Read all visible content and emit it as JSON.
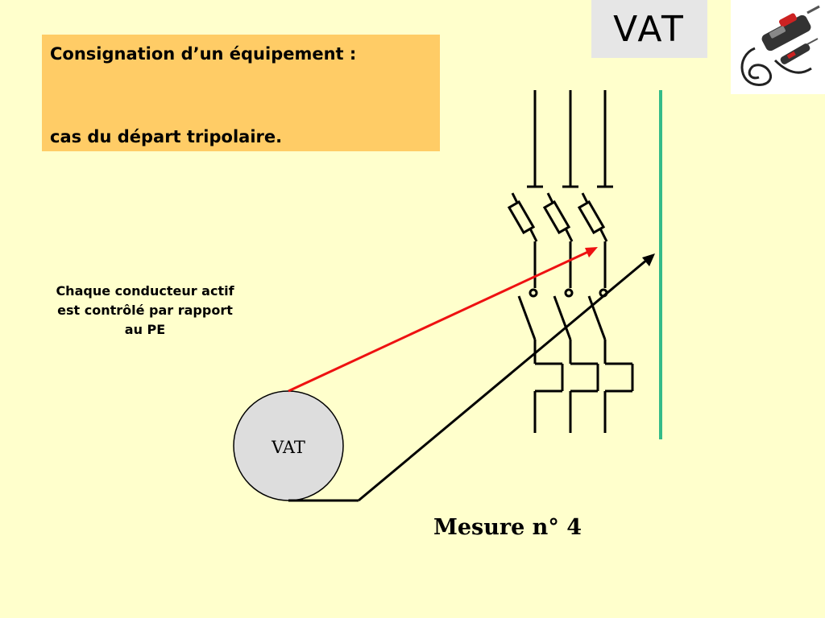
{
  "title": {
    "line1": "Consignation d’un équipement :",
    "line2": "cas du départ tripolaire."
  },
  "badge": "VAT",
  "caption": "Chaque conducteur actif est contrôlé par rapport au PE",
  "meter_label": "VAT",
  "measure": "Mesure n° 4",
  "colors": {
    "background": "#ffffcc",
    "title_box": "#ffcc66",
    "badge_bg": "#e6e6e6",
    "pe_conductor": "#33bb88",
    "probe_red": "#ee1111",
    "probe_black": "#000000",
    "meter_fill": "#dddddd"
  },
  "icons": {
    "photo": "voltage-tester-icon"
  }
}
